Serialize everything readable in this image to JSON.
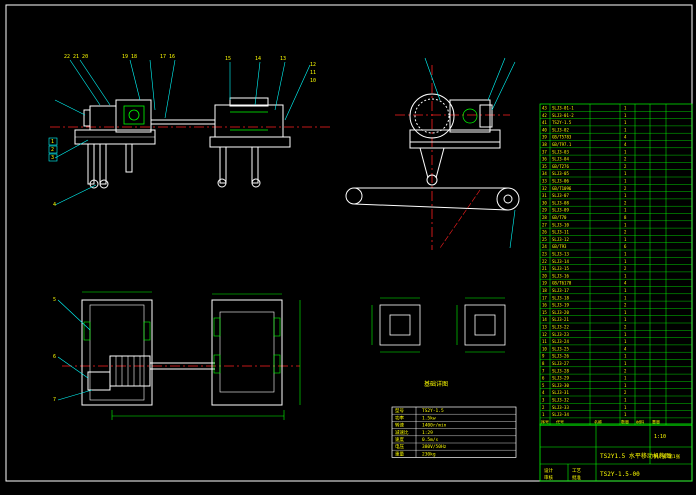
{
  "colors": {
    "background": "#000000",
    "frame": "#ffffff",
    "geometry": "#ffffff",
    "dimension": "#00ff00",
    "centerline": "#ff2020",
    "leader": "#00ffff",
    "table_line": "#00ff00",
    "label": "#ffff00"
  },
  "views": {
    "front": {
      "name": "front-elevation-view"
    },
    "side": {
      "name": "side-elevation-view"
    },
    "plan": {
      "name": "plan-view"
    },
    "belt": {
      "name": "conveyor-belt-sketch"
    },
    "details": {
      "name": "base-detail-sections"
    }
  },
  "balloons": {
    "front_left": [
      "1",
      "2",
      "3"
    ],
    "front_bottom": "4",
    "plan_left": [
      "5",
      "6",
      "7"
    ]
  },
  "parts_list": {
    "rows": [
      {
        "no": "43",
        "code": "SLJ3-01-1",
        "name": "",
        "qty": "1",
        "mat": "",
        "wt": ""
      },
      {
        "no": "42",
        "code": "SLJ3-01-2",
        "name": "",
        "qty": "1",
        "mat": "",
        "wt": ""
      },
      {
        "no": "41",
        "code": "TS2Y-1.5",
        "name": "",
        "qty": "1",
        "mat": "",
        "wt": ""
      },
      {
        "no": "40",
        "code": "SLJ3-02",
        "name": "",
        "qty": "1",
        "mat": "",
        "wt": ""
      },
      {
        "no": "39",
        "code": "GB/T5783",
        "name": "",
        "qty": "4",
        "mat": "",
        "wt": ""
      },
      {
        "no": "38",
        "code": "GB/T97.1",
        "name": "",
        "qty": "4",
        "mat": "",
        "wt": ""
      },
      {
        "no": "37",
        "code": "SLJ3-03",
        "name": "",
        "qty": "1",
        "mat": "",
        "wt": ""
      },
      {
        "no": "36",
        "code": "SLJ3-04",
        "name": "",
        "qty": "2",
        "mat": "",
        "wt": ""
      },
      {
        "no": "35",
        "code": "GB/T276",
        "name": "",
        "qty": "2",
        "mat": "",
        "wt": ""
      },
      {
        "no": "34",
        "code": "SLJ3-05",
        "name": "",
        "qty": "1",
        "mat": "",
        "wt": ""
      },
      {
        "no": "33",
        "code": "SLJ3-06",
        "name": "",
        "qty": "1",
        "mat": "",
        "wt": ""
      },
      {
        "no": "32",
        "code": "GB/T1096",
        "name": "",
        "qty": "2",
        "mat": "",
        "wt": ""
      },
      {
        "no": "31",
        "code": "SLJ3-07",
        "name": "",
        "qty": "1",
        "mat": "",
        "wt": ""
      },
      {
        "no": "30",
        "code": "SLJ3-08",
        "name": "",
        "qty": "2",
        "mat": "",
        "wt": ""
      },
      {
        "no": "29",
        "code": "SLJ3-09",
        "name": "",
        "qty": "1",
        "mat": "",
        "wt": ""
      },
      {
        "no": "28",
        "code": "GB/T70",
        "name": "",
        "qty": "8",
        "mat": "",
        "wt": ""
      },
      {
        "no": "27",
        "code": "SLJ3-10",
        "name": "",
        "qty": "1",
        "mat": "",
        "wt": ""
      },
      {
        "no": "26",
        "code": "SLJ3-11",
        "name": "",
        "qty": "2",
        "mat": "",
        "wt": ""
      },
      {
        "no": "25",
        "code": "SLJ3-12",
        "name": "",
        "qty": "1",
        "mat": "",
        "wt": ""
      },
      {
        "no": "24",
        "code": "GB/T93",
        "name": "",
        "qty": "6",
        "mat": "",
        "wt": ""
      },
      {
        "no": "23",
        "code": "SLJ3-13",
        "name": "",
        "qty": "1",
        "mat": "",
        "wt": ""
      },
      {
        "no": "22",
        "code": "SLJ3-14",
        "name": "",
        "qty": "1",
        "mat": "",
        "wt": ""
      },
      {
        "no": "21",
        "code": "SLJ3-15",
        "name": "",
        "qty": "2",
        "mat": "",
        "wt": ""
      },
      {
        "no": "20",
        "code": "SLJ3-16",
        "name": "",
        "qty": "1",
        "mat": "",
        "wt": ""
      },
      {
        "no": "19",
        "code": "GB/T6170",
        "name": "",
        "qty": "4",
        "mat": "",
        "wt": ""
      },
      {
        "no": "18",
        "code": "SLJ3-17",
        "name": "",
        "qty": "1",
        "mat": "",
        "wt": ""
      },
      {
        "no": "17",
        "code": "SLJ3-18",
        "name": "",
        "qty": "1",
        "mat": "",
        "wt": ""
      },
      {
        "no": "16",
        "code": "SLJ3-19",
        "name": "",
        "qty": "2",
        "mat": "",
        "wt": ""
      },
      {
        "no": "15",
        "code": "SLJ3-20",
        "name": "",
        "qty": "1",
        "mat": "",
        "wt": ""
      },
      {
        "no": "14",
        "code": "SLJ3-21",
        "name": "",
        "qty": "1",
        "mat": "",
        "wt": ""
      },
      {
        "no": "13",
        "code": "SLJ3-22",
        "name": "",
        "qty": "2",
        "mat": "",
        "wt": ""
      },
      {
        "no": "12",
        "code": "SLJ3-23",
        "name": "",
        "qty": "1",
        "mat": "",
        "wt": ""
      },
      {
        "no": "11",
        "code": "SLJ3-24",
        "name": "",
        "qty": "1",
        "mat": "",
        "wt": ""
      },
      {
        "no": "10",
        "code": "SLJ3-25",
        "name": "",
        "qty": "4",
        "mat": "",
        "wt": ""
      },
      {
        "no": "9",
        "code": "SLJ3-26",
        "name": "",
        "qty": "1",
        "mat": "",
        "wt": ""
      },
      {
        "no": "8",
        "code": "SLJ3-27",
        "name": "",
        "qty": "1",
        "mat": "",
        "wt": ""
      },
      {
        "no": "7",
        "code": "SLJ3-28",
        "name": "",
        "qty": "2",
        "mat": "",
        "wt": ""
      },
      {
        "no": "6",
        "code": "SLJ3-29",
        "name": "",
        "qty": "1",
        "mat": "",
        "wt": ""
      },
      {
        "no": "5",
        "code": "SLJ3-30",
        "name": "",
        "qty": "1",
        "mat": "",
        "wt": ""
      },
      {
        "no": "4",
        "code": "SLJ3-31",
        "name": "",
        "qty": "2",
        "mat": "",
        "wt": ""
      },
      {
        "no": "3",
        "code": "SLJ3-32",
        "name": "",
        "qty": "1",
        "mat": "",
        "wt": ""
      },
      {
        "no": "2",
        "code": "SLJ3-33",
        "name": "",
        "qty": "1",
        "mat": "",
        "wt": ""
      },
      {
        "no": "1",
        "code": "SLJ3-34",
        "name": "",
        "qty": "1",
        "mat": "",
        "wt": ""
      }
    ],
    "header": {
      "no": "序号",
      "code": "代号",
      "name": "名称",
      "qty": "数量",
      "mat": "材料",
      "wt": "重量"
    }
  },
  "tech_table": {
    "rows": [
      {
        "k": "型号",
        "v": "TS2Y-1.5"
      },
      {
        "k": "功率",
        "v": "1.5kw"
      },
      {
        "k": "转速",
        "v": "1400r/min"
      },
      {
        "k": "减速比",
        "v": "1:29"
      },
      {
        "k": "速度",
        "v": "0.5m/s"
      },
      {
        "k": "电压",
        "v": "380V/50Hz"
      },
      {
        "k": "重量",
        "v": "230kg"
      }
    ]
  },
  "detail_label": "基础详图",
  "title_block": {
    "title": "TS2Y1.5 水平移动机构图",
    "drawing_no": "TS2Y-1.5-00",
    "scale": "1:10",
    "sheet": "共1张 第1张",
    "labels": [
      "设计",
      "审核",
      "工艺",
      "批准"
    ]
  }
}
